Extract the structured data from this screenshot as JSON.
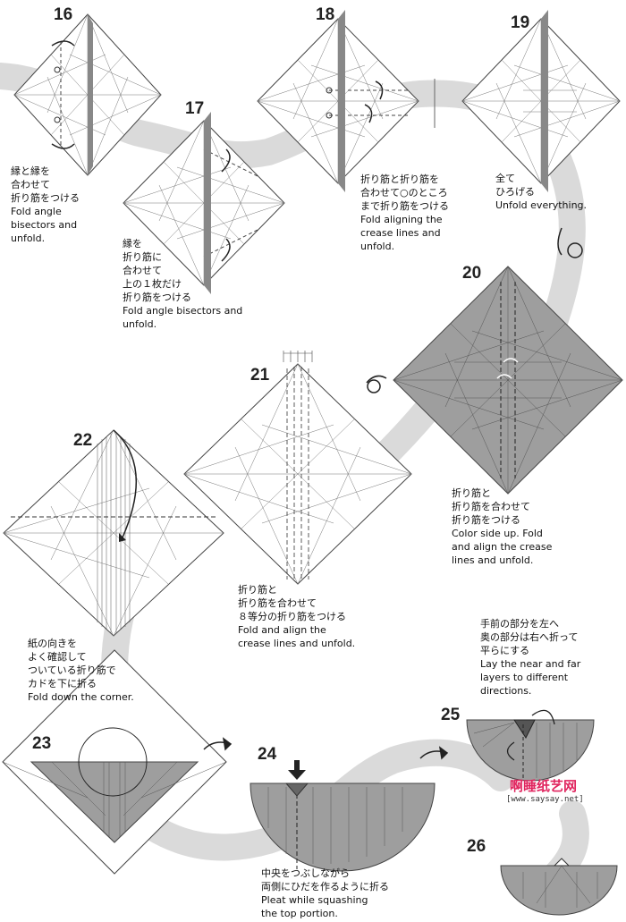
{
  "steps": [
    {
      "number": "16",
      "jp": "縁と縁を\n合わせて\n折り筋をつける",
      "en": "Fold angle\nbisectors and\nunfold."
    },
    {
      "number": "17",
      "jp": "縁を\n折り筋に\n合わせて\n上の１枚だけ\n折り筋をつける",
      "en": "Fold angle bisectors and\nunfold."
    },
    {
      "number": "18",
      "jp": "折り筋と折り筋を\n合わせて○のところ\nまで折り筋をつける",
      "en": "Fold aligning the\ncrease lines and\nunfold."
    },
    {
      "number": "19",
      "jp": "全て\nひろげる",
      "en": "Unfold everything."
    },
    {
      "number": "20",
      "jp": "折り筋と\n折り筋を合わせて\n折り筋をつける",
      "en": "Color side up. Fold\nand align the crease\nlines and unfold."
    },
    {
      "number": "21",
      "jp": "折り筋と\n折り筋を合わせて\n８等分の折り筋をつける",
      "en": "Fold and align the\ncrease lines and unfold."
    },
    {
      "number": "22",
      "jp": "紙の向きを\nよく確認して\nついている折り筋で\nカドを下に折る",
      "en": "Fold down the corner."
    },
    {
      "number": "23",
      "jp": "",
      "en": ""
    },
    {
      "number": "24",
      "jp": "中央をつぶしながら\n両側にひだを作るように折る",
      "en": "Pleat while squashing\nthe top portion."
    },
    {
      "number": "25",
      "jp": "手前の部分を左へ\n奥の部分は右へ折って\n平らにする",
      "en": "Lay the near and far\nlayers to different\ndirections."
    },
    {
      "number": "26",
      "jp": "",
      "en": ""
    }
  ],
  "watermark": {
    "site": "啊睡纸艺网",
    "url": "[www.saysay.net]"
  },
  "colors": {
    "paper_color": "#9e9e9e",
    "paper_white": "#ffffff",
    "band": "#d9d9d9",
    "line": "#555555"
  }
}
